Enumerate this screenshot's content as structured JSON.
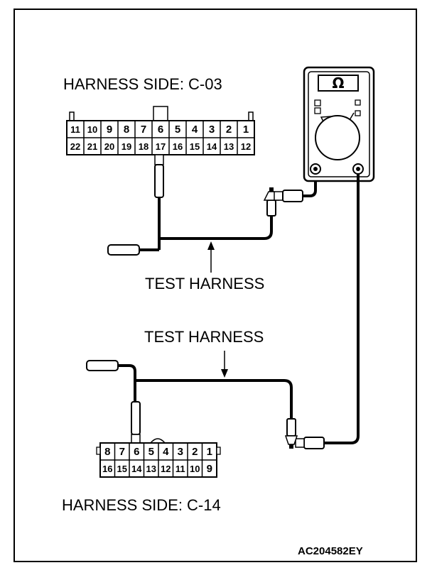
{
  "connector_top": {
    "title": "HARNESS SIDE: C-03",
    "row1": [
      "11",
      "10",
      "9",
      "8",
      "7",
      "6",
      "5",
      "4",
      "3",
      "2",
      "1"
    ],
    "row2": [
      "22",
      "21",
      "20",
      "19",
      "18",
      "17",
      "16",
      "15",
      "14",
      "13",
      "12"
    ]
  },
  "connector_bottom": {
    "title": "HARNESS SIDE: C-14",
    "row1": [
      "8",
      "7",
      "6",
      "5",
      "4",
      "3",
      "2",
      "1"
    ],
    "row2": [
      "16",
      "15",
      "14",
      "13",
      "12",
      "11",
      "10",
      "9"
    ]
  },
  "labels": {
    "test_harness_upper": "TEST HARNESS",
    "test_harness_lower": "TEST HARNESS",
    "figure_code": "AC204582EY"
  },
  "meter": {
    "symbol": "Ω",
    "icon": "ohmmeter-icon"
  }
}
